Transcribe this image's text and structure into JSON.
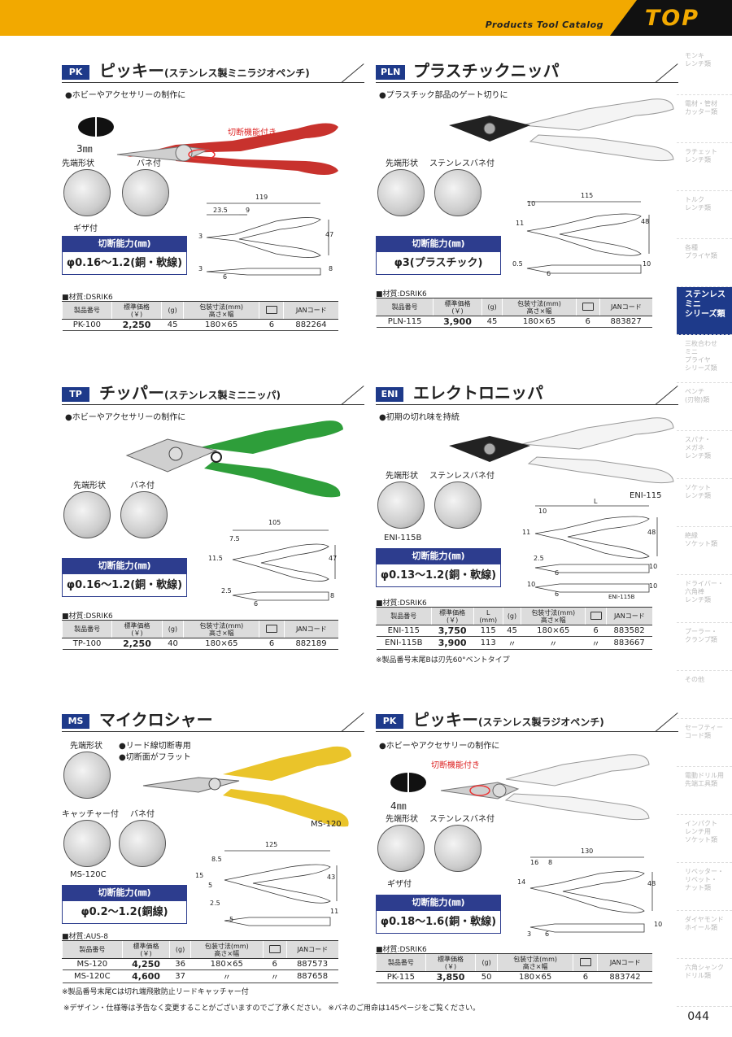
{
  "header": {
    "catalog": "Products Tool Catalog",
    "logo": "TOP"
  },
  "sidebar": [
    "モンキ\nレンチ類",
    "電材・管材\nカッター類",
    "ラチェット\nレンチ類",
    "トルク\nレンチ類",
    "各種\nプライヤ類",
    "ステンレス\nミニ\nシリーズ類",
    "三枚合わせ\nミニ\nプライヤ\nシリーズ類",
    "ペンチ\n(刃物)類",
    "スパナ・\nメガネ\nレンチ類",
    "ソケット\nレンチ類",
    "絶縁\nソケット類",
    "ドライバー・\n六角棒\nレンチ類",
    "プーラー・\nクランプ類",
    "その他",
    "セーフティー\nコード類",
    "電動ドリル用\n先端工具類",
    "インパクト\nレンチ用\nソケット類",
    "リベッター・\nリベット・\nナット類",
    "ダイヤモンド\nホイール類",
    "六角シャンク\nドリル類"
  ],
  "colors": {
    "header": "#f2a900",
    "accent": "#1e3a8a",
    "red_grip": "#c8322d",
    "green_grip": "#2e9e3a",
    "yellow_grip": "#eac42a",
    "white_grip": "#f4f4f4"
  },
  "products": {
    "pk100": {
      "code": "PK",
      "title": "ピッキー",
      "subtitle": "(ステンレス製ミニラジオペンチ)",
      "bullet": "●ホビーやアクセサリーの制作に",
      "callout": "切断機能付き",
      "tip_size": "3㎜",
      "label_tip": "先端形状",
      "label_spring": "バネ付",
      "label_serrated": "ギザ付",
      "capacity_head": "切断能力(㎜)",
      "capacity": "φ0.16～1.2(銅・軟線)",
      "dims": [
        "119",
        "23.5",
        "9",
        "3",
        "47",
        "3",
        "6",
        "8"
      ],
      "material": "■材質:DSRIK6",
      "table": {
        "headers": [
          "製品番号",
          "標準価格\n(￥)",
          "(g)",
          "包装寸法(mm)\n高さ×幅",
          "",
          "JANコード"
        ],
        "rows": [
          [
            "PK-100",
            "2,250",
            "45",
            "180×65",
            "6",
            "882264"
          ]
        ]
      }
    },
    "pln115": {
      "code": "PLN",
      "title": "プラスチックニッパ",
      "bullet": "●プラスチック部品のゲート切りに",
      "label_tip": "先端形状",
      "label_spring": "ステンレスバネ付",
      "capacity_head": "切断能力(㎜)",
      "capacity": "φ3(プラスチック)",
      "dims": [
        "115",
        "10",
        "11",
        "48",
        "0.5",
        "6",
        "10"
      ],
      "material": "■材質:DSRIK6",
      "table": {
        "headers": [
          "製品番号",
          "標準価格\n(￥)",
          "(g)",
          "包装寸法(mm)\n高さ×幅",
          "",
          "JANコード"
        ],
        "rows": [
          [
            "PLN-115",
            "3,900",
            "45",
            "180×65",
            "6",
            "883827"
          ]
        ]
      }
    },
    "tp100": {
      "code": "TP",
      "title": "チッパー",
      "subtitle": "(ステンレス製ミニニッパ)",
      "bullet": "●ホビーやアクセサリーの制作に",
      "label_tip": "先端形状",
      "label_spring": "バネ付",
      "capacity_head": "切断能力(㎜)",
      "capacity": "φ0.16～1.2(銅・軟線)",
      "dims": [
        "105",
        "7.5",
        "11.5",
        "47",
        "2.5",
        "6",
        "8"
      ],
      "material": "■材質:DSRIK6",
      "table": {
        "headers": [
          "製品番号",
          "標準価格\n(￥)",
          "(g)",
          "包装寸法(mm)\n高さ×幅",
          "",
          "JANコード"
        ],
        "rows": [
          [
            "TP-100",
            "2,250",
            "40",
            "180×65",
            "6",
            "882189"
          ]
        ]
      }
    },
    "eni115": {
      "code": "ENI",
      "title": "エレクトロニッパ",
      "bullet": "●初期の切れ味を持続",
      "label_tip": "先端形状",
      "label_spring": "ステンレスバネ付",
      "label_model_a": "ENI-115",
      "label_model_b": "ENI-115B",
      "capacity_head": "切断能力(㎜)",
      "capacity": "φ0.13～1.2(銅・軟線)",
      "dims": [
        "L",
        "10",
        "11",
        "48",
        "2.5",
        "6",
        "10",
        "10",
        "6",
        "10",
        "ENI-115B"
      ],
      "material": "■材質:DSRIK6",
      "table": {
        "headers": [
          "製品番号",
          "標準価格\n(￥)",
          "L\n(mm)",
          "(g)",
          "包装寸法(mm)\n高さ×幅",
          "",
          "JANコード"
        ],
        "rows": [
          [
            "ENI-115",
            "3,750",
            "115",
            "45",
            "180×65",
            "6",
            "883582"
          ],
          [
            "ENI-115B",
            "3,900",
            "113",
            "〃",
            "〃",
            "〃",
            "883667"
          ]
        ]
      },
      "note": "※製品番号末尾Bは刃先60°ベントタイプ"
    },
    "ms120": {
      "code": "MS",
      "title": "マイクロシャー",
      "bullets": [
        "●リード線切断専用",
        "●切断面がフラット"
      ],
      "label_tip": "先端形状",
      "label_catcher": "キャッチャー付",
      "label_spring": "バネ付",
      "label_model_a": "MS-120",
      "label_model_b": "MS-120C",
      "capacity_head": "切断能力(㎜)",
      "capacity": "φ0.2～1.2(銅線)",
      "dims": [
        "125",
        "8.5",
        "15",
        "5",
        "43",
        "2.5",
        "5",
        "11"
      ],
      "material": "■材質:AUS-8",
      "table": {
        "headers": [
          "製品番号",
          "標準価格\n(￥)",
          "(g)",
          "包装寸法(mm)\n高さ×幅",
          "",
          "JANコード"
        ],
        "rows": [
          [
            "MS-120",
            "4,250",
            "36",
            "180×65",
            "6",
            "887573"
          ],
          [
            "MS-120C",
            "4,600",
            "37",
            "〃",
            "〃",
            "887658"
          ]
        ]
      },
      "note": "※製品番号末尾Cは切れ端飛散防止リードキャッチャー付"
    },
    "pk115": {
      "code": "PK",
      "title": "ピッキー",
      "subtitle": "(ステンレス製ラジオペンチ)",
      "bullet": "●ホビーやアクセサリーの制作に",
      "callout": "切断機能付き",
      "tip_size": "4㎜",
      "label_tip": "先端形状",
      "label_spring": "ステンレスバネ付",
      "label_serrated": "ギザ付",
      "capacity_head": "切断能力(㎜)",
      "capacity": "φ0.18～1.6(銅・軟線)",
      "dims": [
        "130",
        "16",
        "8",
        "14",
        "48",
        "3",
        "6",
        "10"
      ],
      "material": "■材質:DSRIK6",
      "table": {
        "headers": [
          "製品番号",
          "標準価格\n(￥)",
          "(g)",
          "包装寸法(mm)\n高さ×幅",
          "",
          "JANコード"
        ],
        "rows": [
          [
            "PK-115",
            "3,850",
            "50",
            "180×65",
            "6",
            "883742"
          ]
        ]
      }
    }
  },
  "footer": {
    "note": "※デザイン・仕様等は予告なく変更することがございますのでご了承ください。 ※バネのご用命は145ページをご覧ください。",
    "page": "044"
  }
}
